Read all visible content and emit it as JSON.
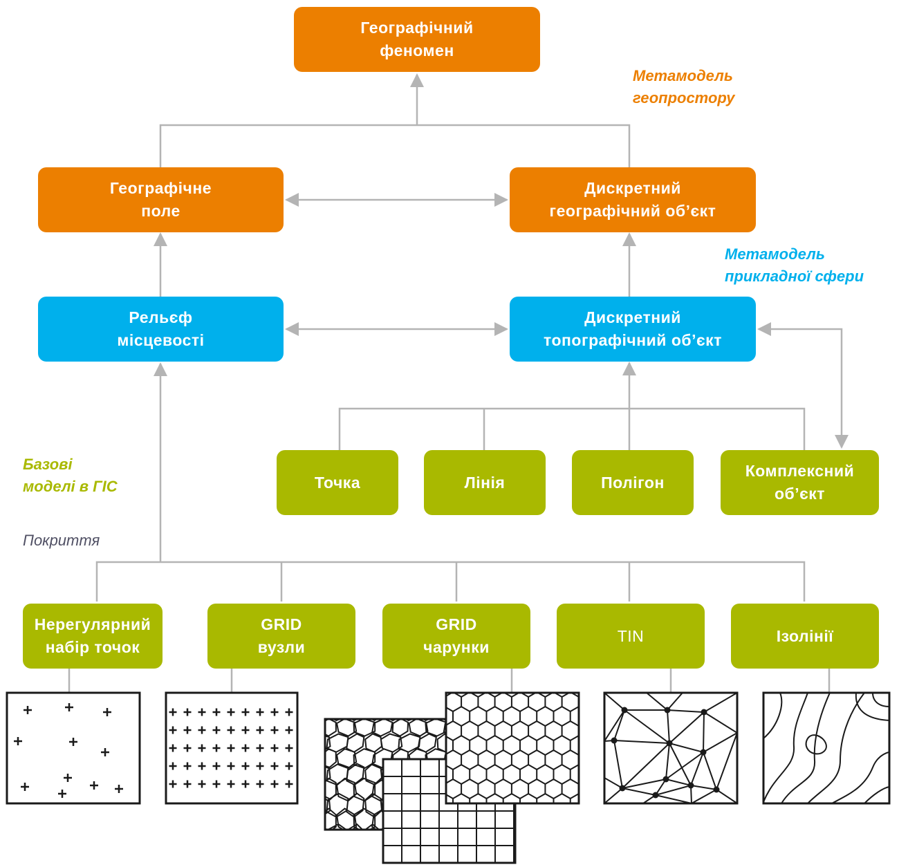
{
  "colors": {
    "metamodel_geospace": "#ec7f00",
    "metamodel_applied": "#00b0ec",
    "base_models": "#a9b900",
    "connector": "#b4b4b4",
    "caption": "#505064"
  },
  "nodes": {
    "geo_phenomenon": "Географічний\nфеномен",
    "geo_field": "Географічне\nполе",
    "discrete_geo_object": "Дискретний\nгеографічний об’єкт",
    "terrain": "Рельєф\nмісцевості",
    "discrete_topo_object": "Дискретний\nтопографічний об’єкт",
    "point": "Точка",
    "line": "Лінія",
    "polygon": "Полігон",
    "complex_object": "Комплексний\nоб’єкт",
    "irregular_points": "Нерегулярний\nнабір точок",
    "grid_nodes": "GRID\nвузли",
    "grid_cells": "GRID\nчарунки",
    "tin": "TIN",
    "isolines": "Ізолінії"
  },
  "labels": {
    "metamodel_geospace": "Метамодель\nгеопростору",
    "metamodel_applied": "Метамодель\nприкладної сфери",
    "base_models": "Базові\nмоделі в ГІС",
    "coverage": "Покриття"
  },
  "icons": [
    "scatter-points-icon",
    "grid-points-icon",
    "voronoi-cells-icon",
    "square-grid-icon",
    "hexagon-grid-icon",
    "tin-mesh-icon",
    "contour-lines-icon"
  ]
}
